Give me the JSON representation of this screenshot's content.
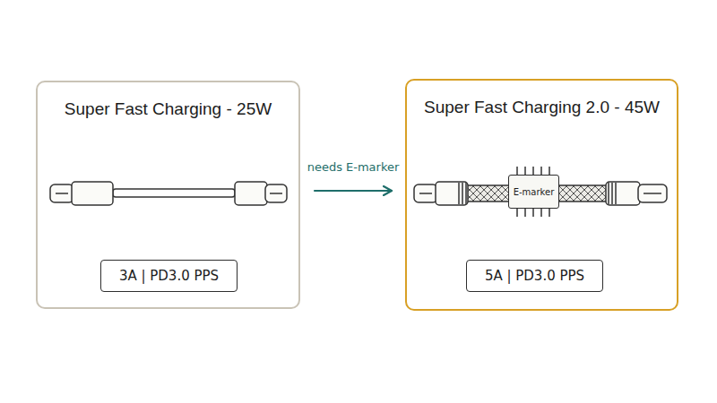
{
  "diagram": {
    "nodes": [
      {
        "text": [
          "Super Fast Charging - 25W"
        ]
      },
      {
        "text": [
          "3A | PD3.0 PPS"
        ],
        "in": 0
      },
      {
        "text": [
          "Super Fast Charging 2.0 - 45W"
        ]
      },
      {
        "text": [
          "E-marker"
        ],
        "in": 2
      },
      {
        "text": [
          "5A | PD3.0 PPS"
        ],
        "in": 2
      }
    ],
    "edges": [
      {
        "from": 0,
        "to": 2,
        "label": "needs E-marker",
        "arrow": "to"
      }
    ]
  }
}
